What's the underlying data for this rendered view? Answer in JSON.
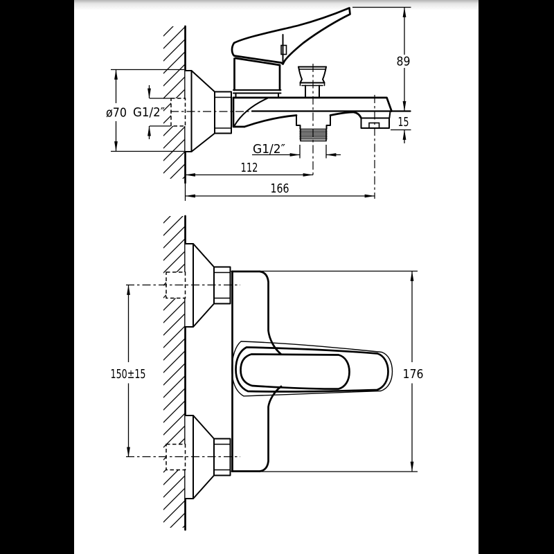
{
  "drawing": {
    "title": "bath-shower mixer installation drawing",
    "colors": {
      "line": "#000000",
      "background": "#ffffff",
      "frame": "#000000"
    },
    "side_view": {
      "labels": {
        "height_above_axis": "89",
        "spout_lip_drop": "15",
        "escutcheon_diameter": "ø70",
        "wall_connection_thread": "G1/2″",
        "shower_outlet_thread": "G1/2″",
        "outlet_projection": "112",
        "total_projection": "166"
      }
    },
    "front_view": {
      "labels": {
        "connection_spacing": "150±15",
        "total_height": "176"
      }
    }
  }
}
